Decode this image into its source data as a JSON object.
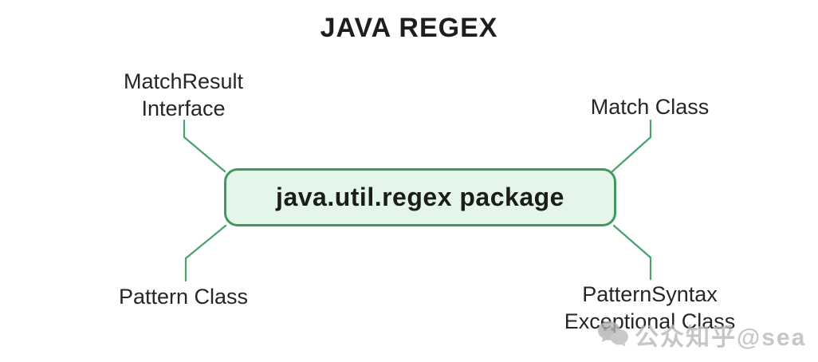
{
  "title": "JAVA REGEX",
  "center_box": {
    "label": "java.util.regex package"
  },
  "nodes": {
    "top_left": {
      "line1": "MatchResult",
      "line2": "Interface"
    },
    "top_right": {
      "line1": "Match Class"
    },
    "bottom_left": {
      "line1": "Pattern Class"
    },
    "bottom_right": {
      "line1": "PatternSyntax",
      "line2": "Exceptional Class"
    }
  },
  "watermark": {
    "text": "公众知乎@sea",
    "icon": "chat-bubbles-icon"
  },
  "colors": {
    "background": "#ffffff",
    "text": "#222222",
    "box_fill": "#e4f5e9",
    "box_border": "#3f9a60",
    "connector": "#4ba26d",
    "watermark": "#b9b9b9"
  }
}
